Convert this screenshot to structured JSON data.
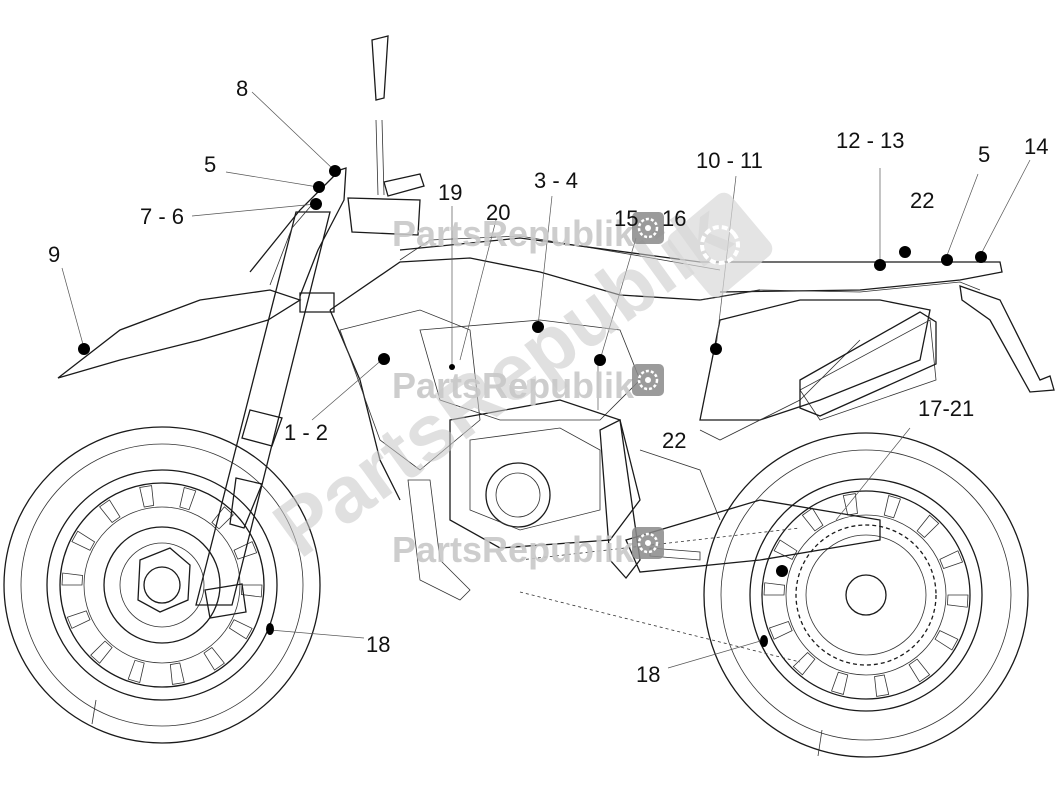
{
  "diagram": {
    "callouts": [
      {
        "id": "c8",
        "text": "8"
      },
      {
        "id": "c5a",
        "text": "5"
      },
      {
        "id": "c76",
        "text": "7 - 6"
      },
      {
        "id": "c9",
        "text": "9"
      },
      {
        "id": "c19",
        "text": "19"
      },
      {
        "id": "c20",
        "text": "20"
      },
      {
        "id": "c34",
        "text": "3 - 4"
      },
      {
        "id": "c15",
        "text": "15"
      },
      {
        "id": "c16",
        "text": "16"
      },
      {
        "id": "c1011",
        "text": "10 - 11"
      },
      {
        "id": "c1213",
        "text": "12 - 13"
      },
      {
        "id": "c5b",
        "text": "5"
      },
      {
        "id": "c14",
        "text": "14"
      },
      {
        "id": "c22a",
        "text": "22"
      },
      {
        "id": "c12",
        "text": "1 - 2"
      },
      {
        "id": "c22b",
        "text": "22"
      },
      {
        "id": "c1721",
        "text": "17-21"
      },
      {
        "id": "c18a",
        "text": "18"
      },
      {
        "id": "c18b",
        "text": "18"
      }
    ]
  },
  "watermark": {
    "brand": "PartsRepublik",
    "diagonal": "PartsRepublik",
    "gear_icon": "gear-icon"
  },
  "colors": {
    "line": "#1a1a1a",
    "marker": "#000000",
    "watermark": "#c8c8c8"
  }
}
